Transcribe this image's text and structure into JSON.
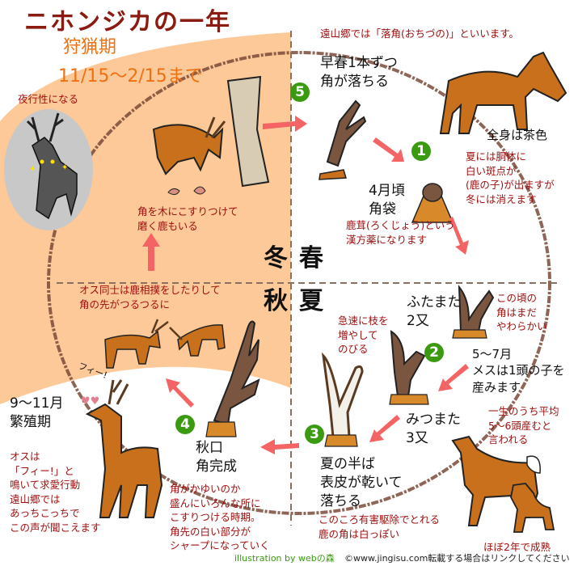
{
  "title": "ニホンジカの一年",
  "hunting": {
    "label": "狩猟期",
    "period": "11/15〜2/15まで"
  },
  "seasons": {
    "winter": "冬",
    "spring": "春",
    "autumn": "秋",
    "summer": "夏"
  },
  "notes": {
    "nocturnal": "夜行性になる",
    "ochizuno": "遠山郷では「落角(おちづの)」といいます。",
    "rub_tree": "角を木にこすりつけて\n磨く鹿もいる",
    "sumo": "オス同士は鹿相撲をしたりして\n角の先がつるつるに",
    "body_color": "全身は茶色",
    "summer_spots": "夏には胴体に\n白い斑点が\n(鹿の子)が出ますが\n冬には消えます",
    "rokujo": "鹿茸(ろくじょう)という\n漢方薬になります",
    "soft_antler": "この頃の\n角はまだ\nやわらかい",
    "rapid_growth": "急速に枝を\n増やして\nのびる",
    "lifetime_births": "一生のうち平均\n5〜6頭産むと\n言われる",
    "pest_control": "このころ有害駆除でとれる\n鹿の角は白っぽい",
    "maturity": "ほぼ2年で成熟",
    "itchy": "角がかゆいのか\n盛んにいろんな所に\nこすりつける時期。\n角先の白い部分が\nシャープになっていく",
    "call_note": "オスは\n「フィー!」と\n鳴いて求愛行動\n遠山郷では\nあっちこっちで\nこの声が聞こえます",
    "call_sound": "フィー!"
  },
  "stages": [
    {
      "num": "5",
      "label": "早春1本ずつ\n角が落ちる"
    },
    {
      "num": "1",
      "label": "4月頃\n角袋"
    },
    {
      "num": "2",
      "label": "ふたまた\n2又"
    },
    {
      "num": "3",
      "label": "みつまた\n3又"
    },
    {
      "num": "",
      "label": "夏の半ば\n表皮が乾いて\n落ちる"
    },
    {
      "num": "4",
      "label": "秋口\n角完成"
    }
  ],
  "births": "5〜7月\nメスは1頭の子を\n産みます",
  "breeding": "9〜11月\n繁殖期",
  "footer": {
    "credit": "illustration by webの森",
    "copyright": "©www.jingisu.com転載する場合はリンクしてください"
  },
  "colors": {
    "winter_bg": "#fdc998",
    "title": "#8b1a10",
    "hunting": "#f07010",
    "note_red": "#a01010",
    "step_green": "#3a9a10",
    "arrow": "#f46464",
    "circle_brown": "#7a4a38",
    "deer": "#c8701c",
    "antler": "#7a5540"
  }
}
